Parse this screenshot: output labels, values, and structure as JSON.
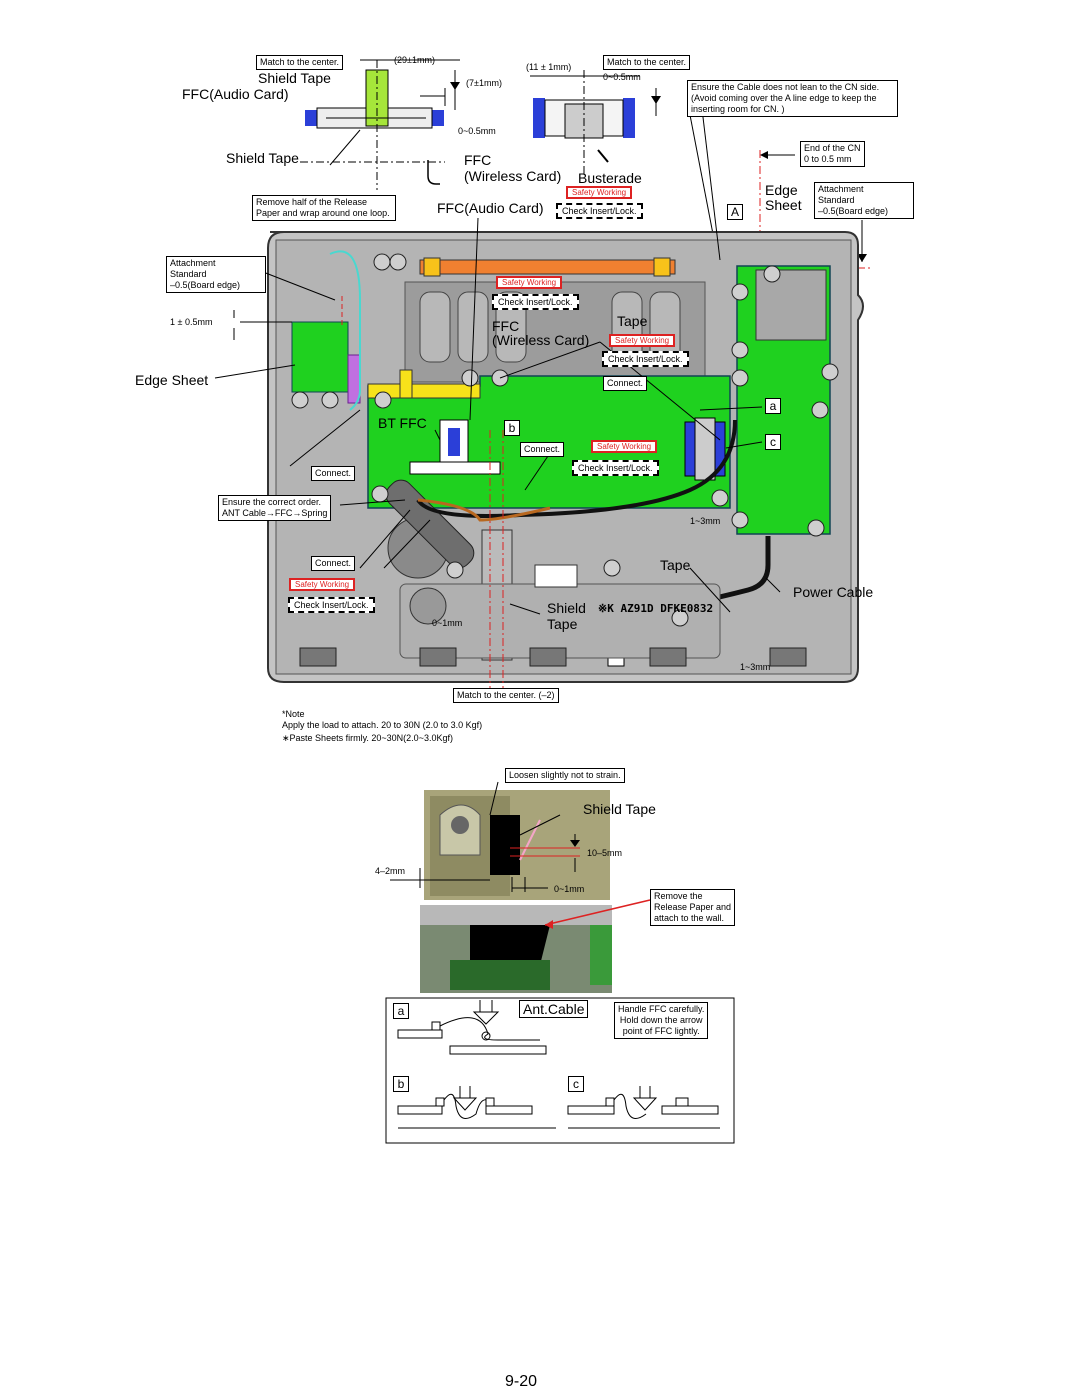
{
  "top": {
    "match_center_1": "Match to the center.",
    "dim_29": "(29±1mm)",
    "dim_7": "(7±1mm)",
    "shield_tape": "Shield Tape",
    "ffc_audio": "FFC(Audio Card)",
    "dim_0_05a": "0~0.5mm",
    "shield_tape_2": "Shield Tape",
    "remove_half": "Remove half of the Release Paper and wrap around one loop.",
    "dim_11": "(11 ± 1mm)",
    "match_center_2": "Match to the center.",
    "dim_0_05b": "0~0.5mm",
    "ensure_cable": "Ensure the Cable does not lean to the CN side. (Avoid coming over the A line edge to keep the inserting room for CN. )",
    "ffc": "FFC",
    "wireless_card": "(Wireless Card)",
    "busterade": "Busterade",
    "safety_working": "Safety Working",
    "check_insert": "Check Insert/Lock.",
    "ffc_audio_2": "FFC(Audio Card)",
    "end_cn": "End of the CN",
    "end_cn_dim": "0 to 0.5 mm",
    "edge": "Edge",
    "sheet": "Sheet",
    "letter_a": "A",
    "attach_std_r1": "Attachment",
    "attach_std_r2": "Standard",
    "attach_std_r3": "–0.5(Board edge)"
  },
  "main": {
    "attach_std_l1": "Attachment",
    "attach_std_l2": "Standard",
    "attach_std_l3": "–0.5(Board edge)",
    "dim_1": "1 ± 0.5mm",
    "edge_sheet": "Edge Sheet",
    "sw_1": "Safety Working",
    "check_1": "Check Insert/Lock.",
    "ffc": "FFC",
    "wireless_card": "(Wireless Card)",
    "tape_1": "Tape",
    "sw_2": "Safety Working",
    "check_2": "Check Insert/Lock.",
    "connect_1": "Connect.",
    "letter_a": "a",
    "bt_ffc": "BT FFC",
    "letter_b": "b",
    "connect_2": "Connect.",
    "sw_3": "Safety Working",
    "letter_c": "c",
    "check_3": "Check Insert/Lock.",
    "connect_3": "Connect.",
    "ensure_order": "Ensure the correct order.",
    "ant_order": "ANT Cable→FFC→Spring",
    "dim_13a": "1~3mm",
    "tape_2": "Tape",
    "power_cable": "Power Cable",
    "connect_4": "Connect.",
    "sw_4": "Safety Working",
    "check_4": "Check Insert/Lock.",
    "shield": "Shield",
    "tape_3": "Tape",
    "dim_01": "0~1mm",
    "label_code": "※K  AZ91D  DFKE0832",
    "dim_13b": "1~3mm",
    "match_center_3": "Match to the center. (–2)"
  },
  "notes": {
    "note": "*Note",
    "line1": "Apply the load to attach. 20 to 30N (2.0 to 3.0 Kgf)",
    "line2": "∗Paste Sheets firmly. 20~30N(2.0~3.0Kgf)"
  },
  "photo": {
    "loosen": "Loosen slightly not to strain.",
    "shield_tape": "Shield Tape",
    "dim_10_5": "10–5mm",
    "dim_4_2": "4–2mm",
    "dim_0_1": "0~1mm",
    "remove_release_1": "Remove the",
    "remove_release_2": "Release Paper and",
    "remove_release_3": "attach to the wall."
  },
  "detail": {
    "a": "a",
    "ant_cable": "Ant.Cable",
    "handle_1": "Handle FFC carefully.",
    "handle_2": "Hold down the arrow",
    "handle_3": "point of FFC lightly.",
    "b": "b",
    "c": "c"
  },
  "page_number": "9-20",
  "colors": {
    "board_green": "#1fd11f",
    "frame_gray": "#b8b8b8",
    "shield_green": "#a6e63a",
    "safety_red": "#dd2222",
    "cable_cyan": "#49d8d0",
    "orange_bar": "#f08030"
  }
}
